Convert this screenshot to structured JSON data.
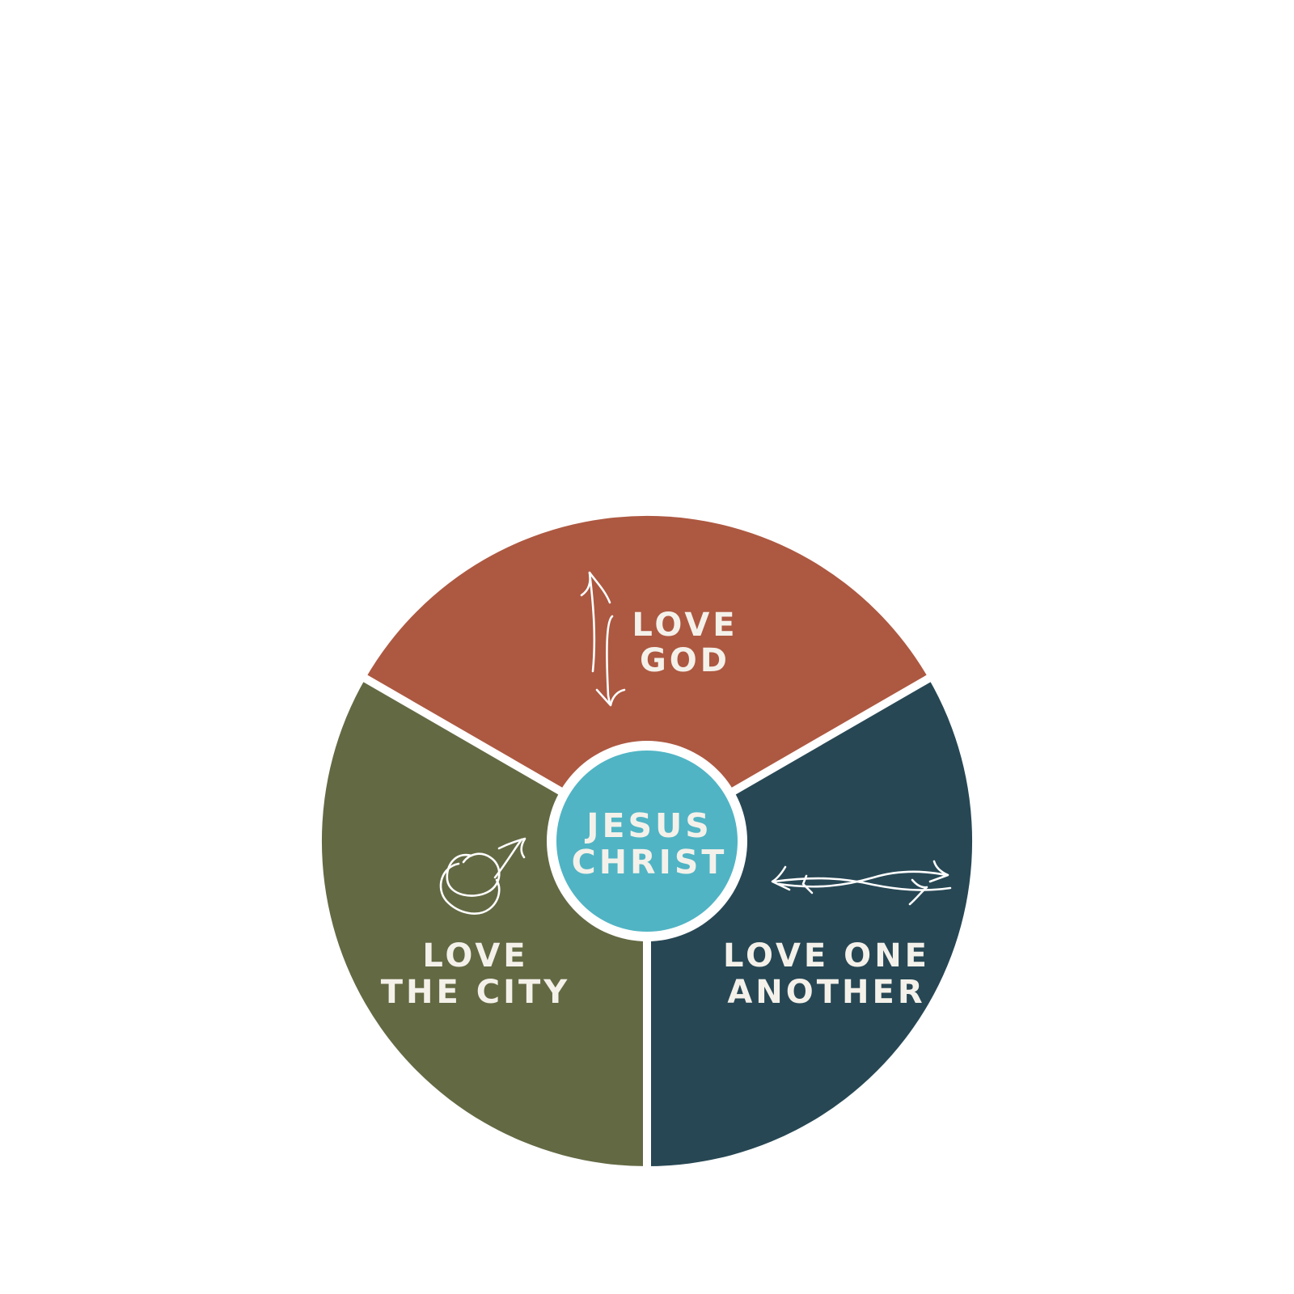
{
  "diagram": {
    "center": {
      "line1": "JESUS",
      "line2": "CHRIST",
      "color": "#50b4c4"
    },
    "segments": [
      {
        "key": "god",
        "line1": "LOVE",
        "line2": "GOD",
        "color": "#ad5841",
        "icon": "vertical-double-arrow-icon"
      },
      {
        "key": "one-another",
        "line1": "LOVE ONE",
        "line2": "ANOTHER",
        "color": "#274754",
        "icon": "horizontal-double-arrow-icon"
      },
      {
        "key": "city",
        "line1": "LOVE",
        "line2": "THE CITY",
        "color": "#636943",
        "icon": "loop-arrow-icon"
      }
    ],
    "divider_color": "#ffffff"
  }
}
